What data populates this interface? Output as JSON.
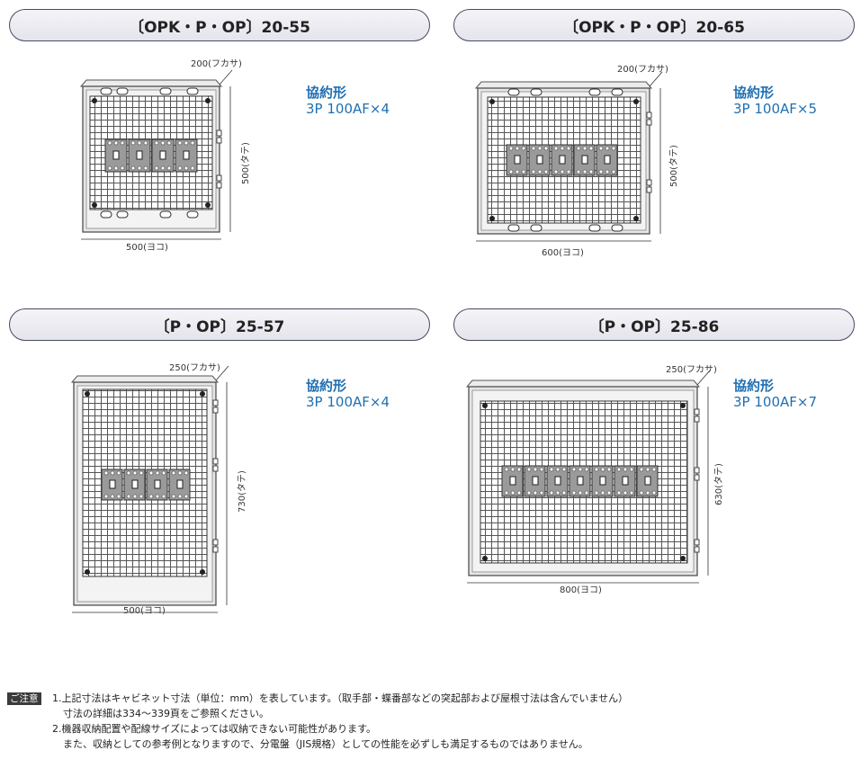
{
  "panels": [
    {
      "title": "〔OPK・P・OP〕20-55",
      "spec_title": "協約形",
      "spec_value": "3P 100AF×4",
      "depth": "200(フカサ)",
      "height": "500(タテ)",
      "width": "500(ヨコ)",
      "breakers": 4
    },
    {
      "title": "〔OPK・P・OP〕20-65",
      "spec_title": "協約形",
      "spec_value": "3P 100AF×5",
      "depth": "200(フカサ)",
      "height": "500(タテ)",
      "width": "600(ヨコ)",
      "breakers": 5
    },
    {
      "title": "〔P・OP〕25-57",
      "spec_title": "協約形",
      "spec_value": "3P 100AF×4",
      "depth": "250(フカサ)",
      "height": "730(タテ)",
      "width": "500(ヨコ)",
      "breakers": 4
    },
    {
      "title": "〔P・OP〕25-86",
      "spec_title": "協約形",
      "spec_value": "3P 100AF×7",
      "depth": "250(フカサ)",
      "height": "630(タテ)",
      "width": "800(ヨコ)",
      "breakers": 7
    }
  ],
  "notes": {
    "badge": "ご注意",
    "line1": "1.上記寸法はキャビネット寸法（単位：mm）を表しています。（取手部・蝶番部などの突起部および屋根寸法は含んでいません）",
    "line2": "寸法の詳細は334～339頁をご参照ください。",
    "line3": "2.機器収納配置や配線サイズによっては収納できない可能性があります。",
    "line4": "また、収納としての参考例となりますので、分電盤（JIS規格）としての性能を必ずしも満足するものではありません。"
  }
}
